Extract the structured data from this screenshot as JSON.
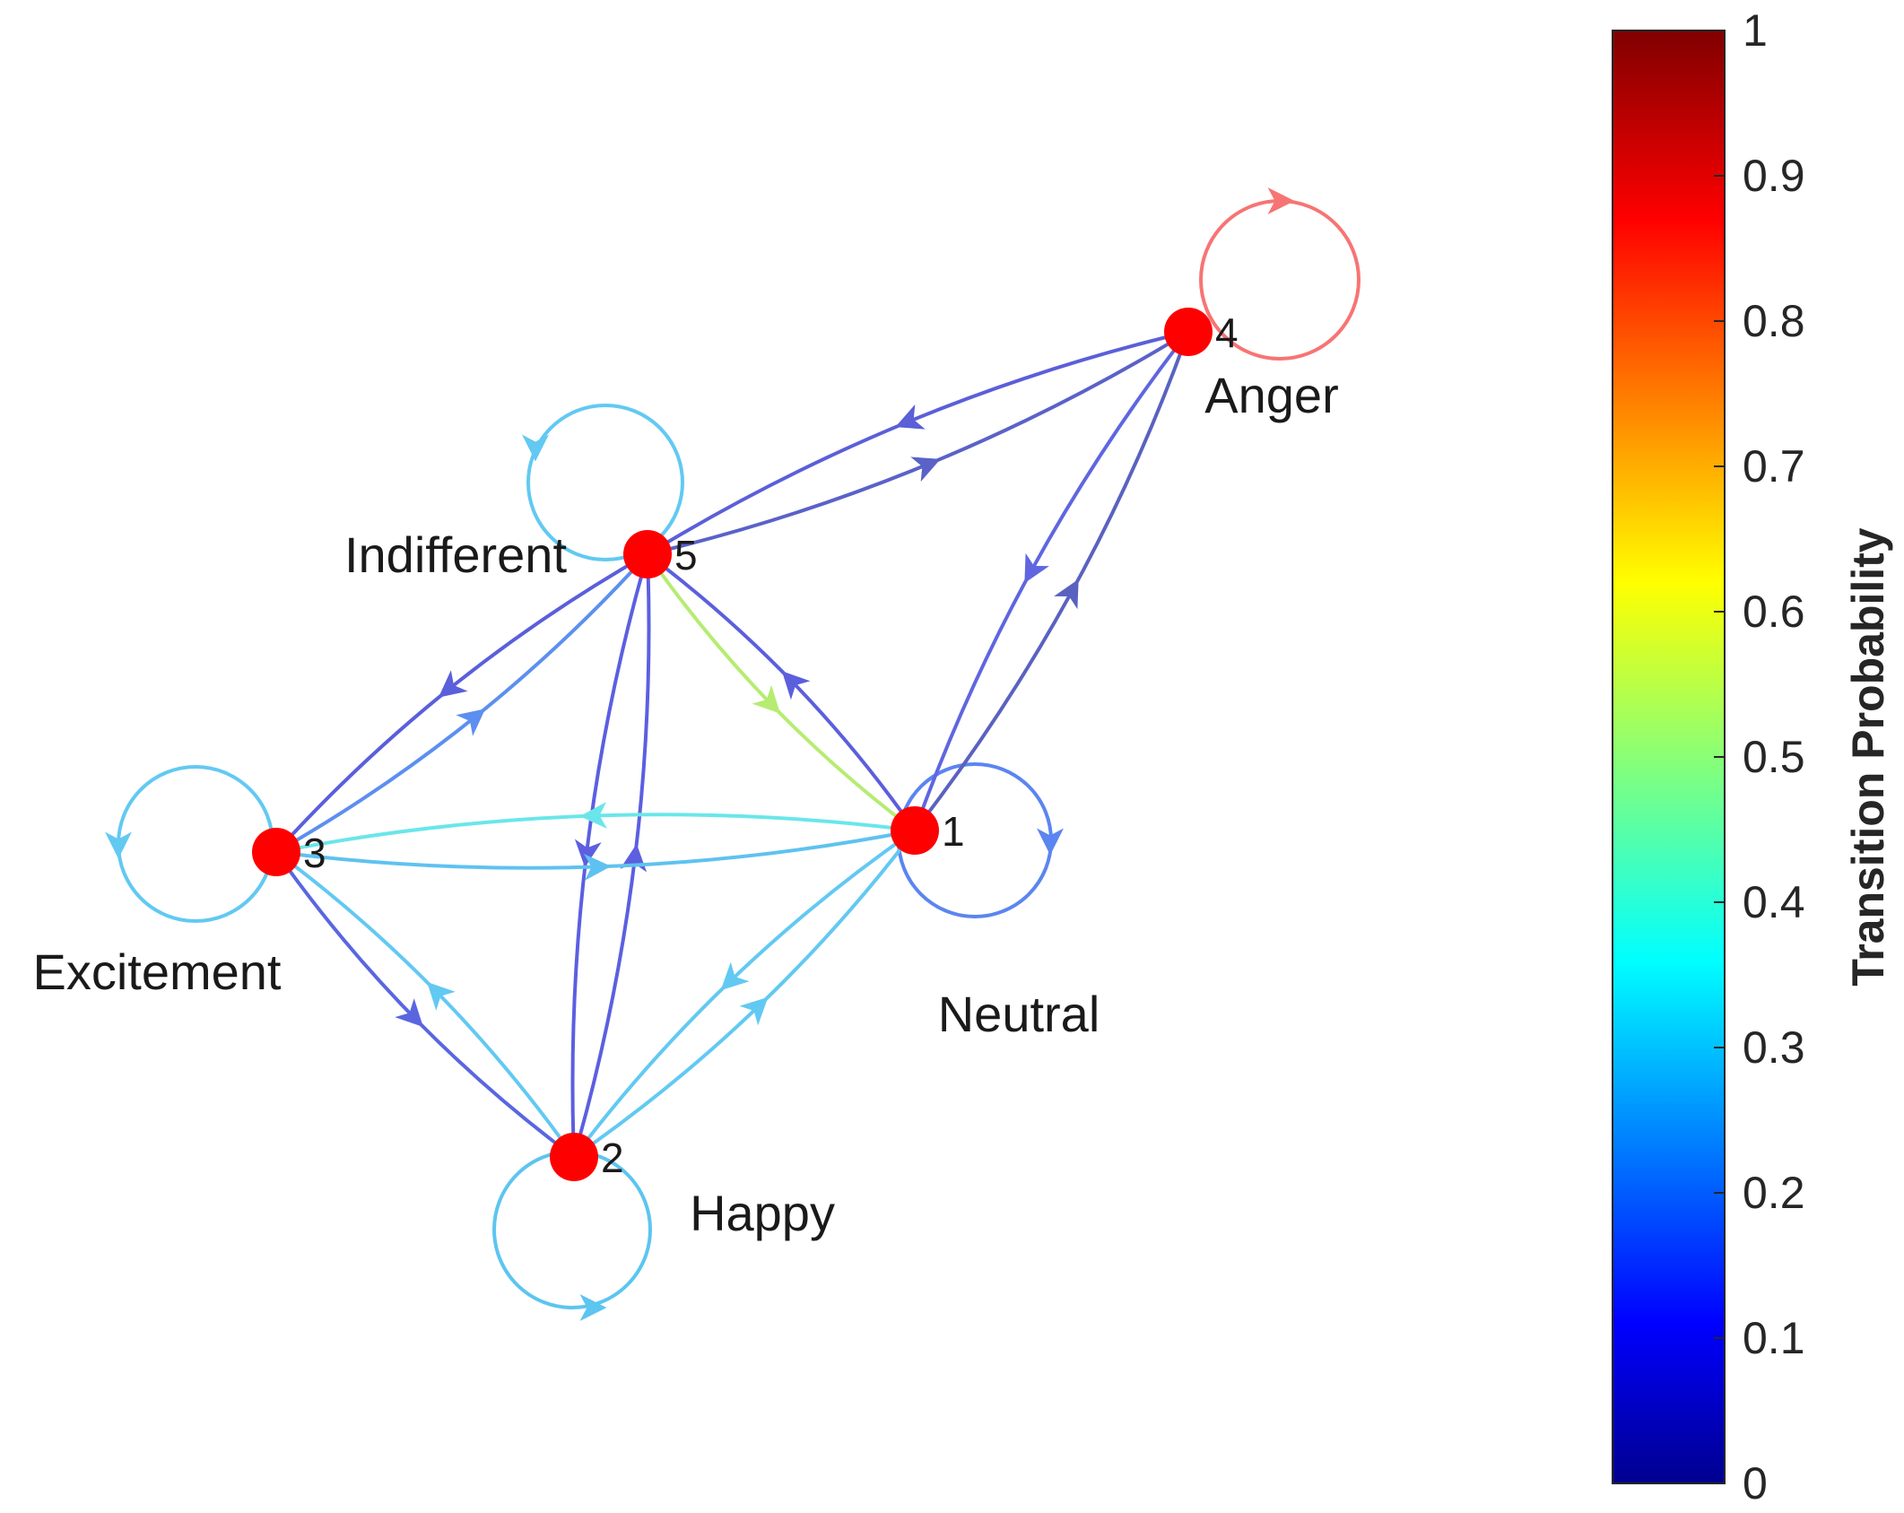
{
  "graph": {
    "nodes": [
      {
        "id": "1",
        "label": "Neutral"
      },
      {
        "id": "2",
        "label": "Happy"
      },
      {
        "id": "3",
        "label": "Excitement"
      },
      {
        "id": "4",
        "label": "Anger"
      },
      {
        "id": "5",
        "label": "Indifferent"
      }
    ],
    "edges": [
      {
        "from": "4",
        "to": "4",
        "color": "#f77474"
      },
      {
        "from": "5",
        "to": "5",
        "color": "#62c9f2"
      },
      {
        "from": "3",
        "to": "3",
        "color": "#62c9f2"
      },
      {
        "from": "2",
        "to": "2",
        "color": "#5cc5f0"
      },
      {
        "from": "1",
        "to": "1",
        "color": "#5b85f0"
      },
      {
        "from": "4",
        "to": "5",
        "color": "#5b5fd8"
      },
      {
        "from": "5",
        "to": "4",
        "color": "#5a62c8"
      },
      {
        "from": "4",
        "to": "1",
        "color": "#5f66e0"
      },
      {
        "from": "1",
        "to": "4",
        "color": "#5a62c0"
      },
      {
        "from": "5",
        "to": "1",
        "color": "#b6ec72"
      },
      {
        "from": "1",
        "to": "5",
        "color": "#5b5fdc"
      },
      {
        "from": "5",
        "to": "3",
        "color": "#5a5fdb"
      },
      {
        "from": "3",
        "to": "5",
        "color": "#5c8ff0"
      },
      {
        "from": "5",
        "to": "2",
        "color": "#5c5fe0"
      },
      {
        "from": "2",
        "to": "5",
        "color": "#5c5fe0"
      },
      {
        "from": "1",
        "to": "3",
        "color": "#6ae6ea"
      },
      {
        "from": "3",
        "to": "1",
        "color": "#5ec2f0"
      },
      {
        "from": "3",
        "to": "2",
        "color": "#5a66e0"
      },
      {
        "from": "2",
        "to": "3",
        "color": "#62c9f2"
      },
      {
        "from": "1",
        "to": "2",
        "color": "#62c9f2"
      },
      {
        "from": "2",
        "to": "1",
        "color": "#62c9f2"
      }
    ]
  },
  "colorbar": {
    "label": "Transition Probability",
    "ticks": [
      "0",
      "0.1",
      "0.2",
      "0.3",
      "0.4",
      "0.5",
      "0.6",
      "0.7",
      "0.8",
      "0.9",
      "1"
    ],
    "range": [
      0,
      1
    ],
    "colormap": "jet",
    "colormap_stops": [
      "#00008f",
      "#0000ff",
      "#00ffff",
      "#ffff00",
      "#ff0000",
      "#800000"
    ]
  },
  "colors": {
    "node": "#ff0000",
    "background": "#ffffff"
  }
}
